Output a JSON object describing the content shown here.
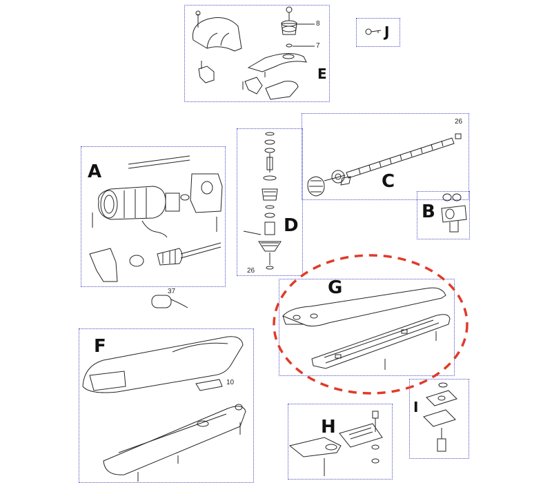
{
  "groups": {
    "A": {
      "label": "A"
    },
    "B": {
      "label": "B"
    },
    "C": {
      "label": "C",
      "part_numbers": [
        "26"
      ]
    },
    "D": {
      "label": "D",
      "part_numbers": [
        "26"
      ]
    },
    "E": {
      "label": "E",
      "part_numbers": [
        "8",
        "7"
      ]
    },
    "F": {
      "label": "F",
      "part_numbers": [
        "10"
      ]
    },
    "G": {
      "label": "G"
    },
    "H": {
      "label": "H"
    },
    "I": {
      "label": "I"
    },
    "J": {
      "label": "J"
    }
  },
  "loose_parts": {
    "capacitor": {
      "part_number": "37"
    }
  },
  "highlight": {
    "target_group": "G",
    "color": "#e03a2a",
    "style": "dashed ellipse"
  },
  "colors": {
    "group_border": "#4a4ac8",
    "line_art": "#222222"
  }
}
